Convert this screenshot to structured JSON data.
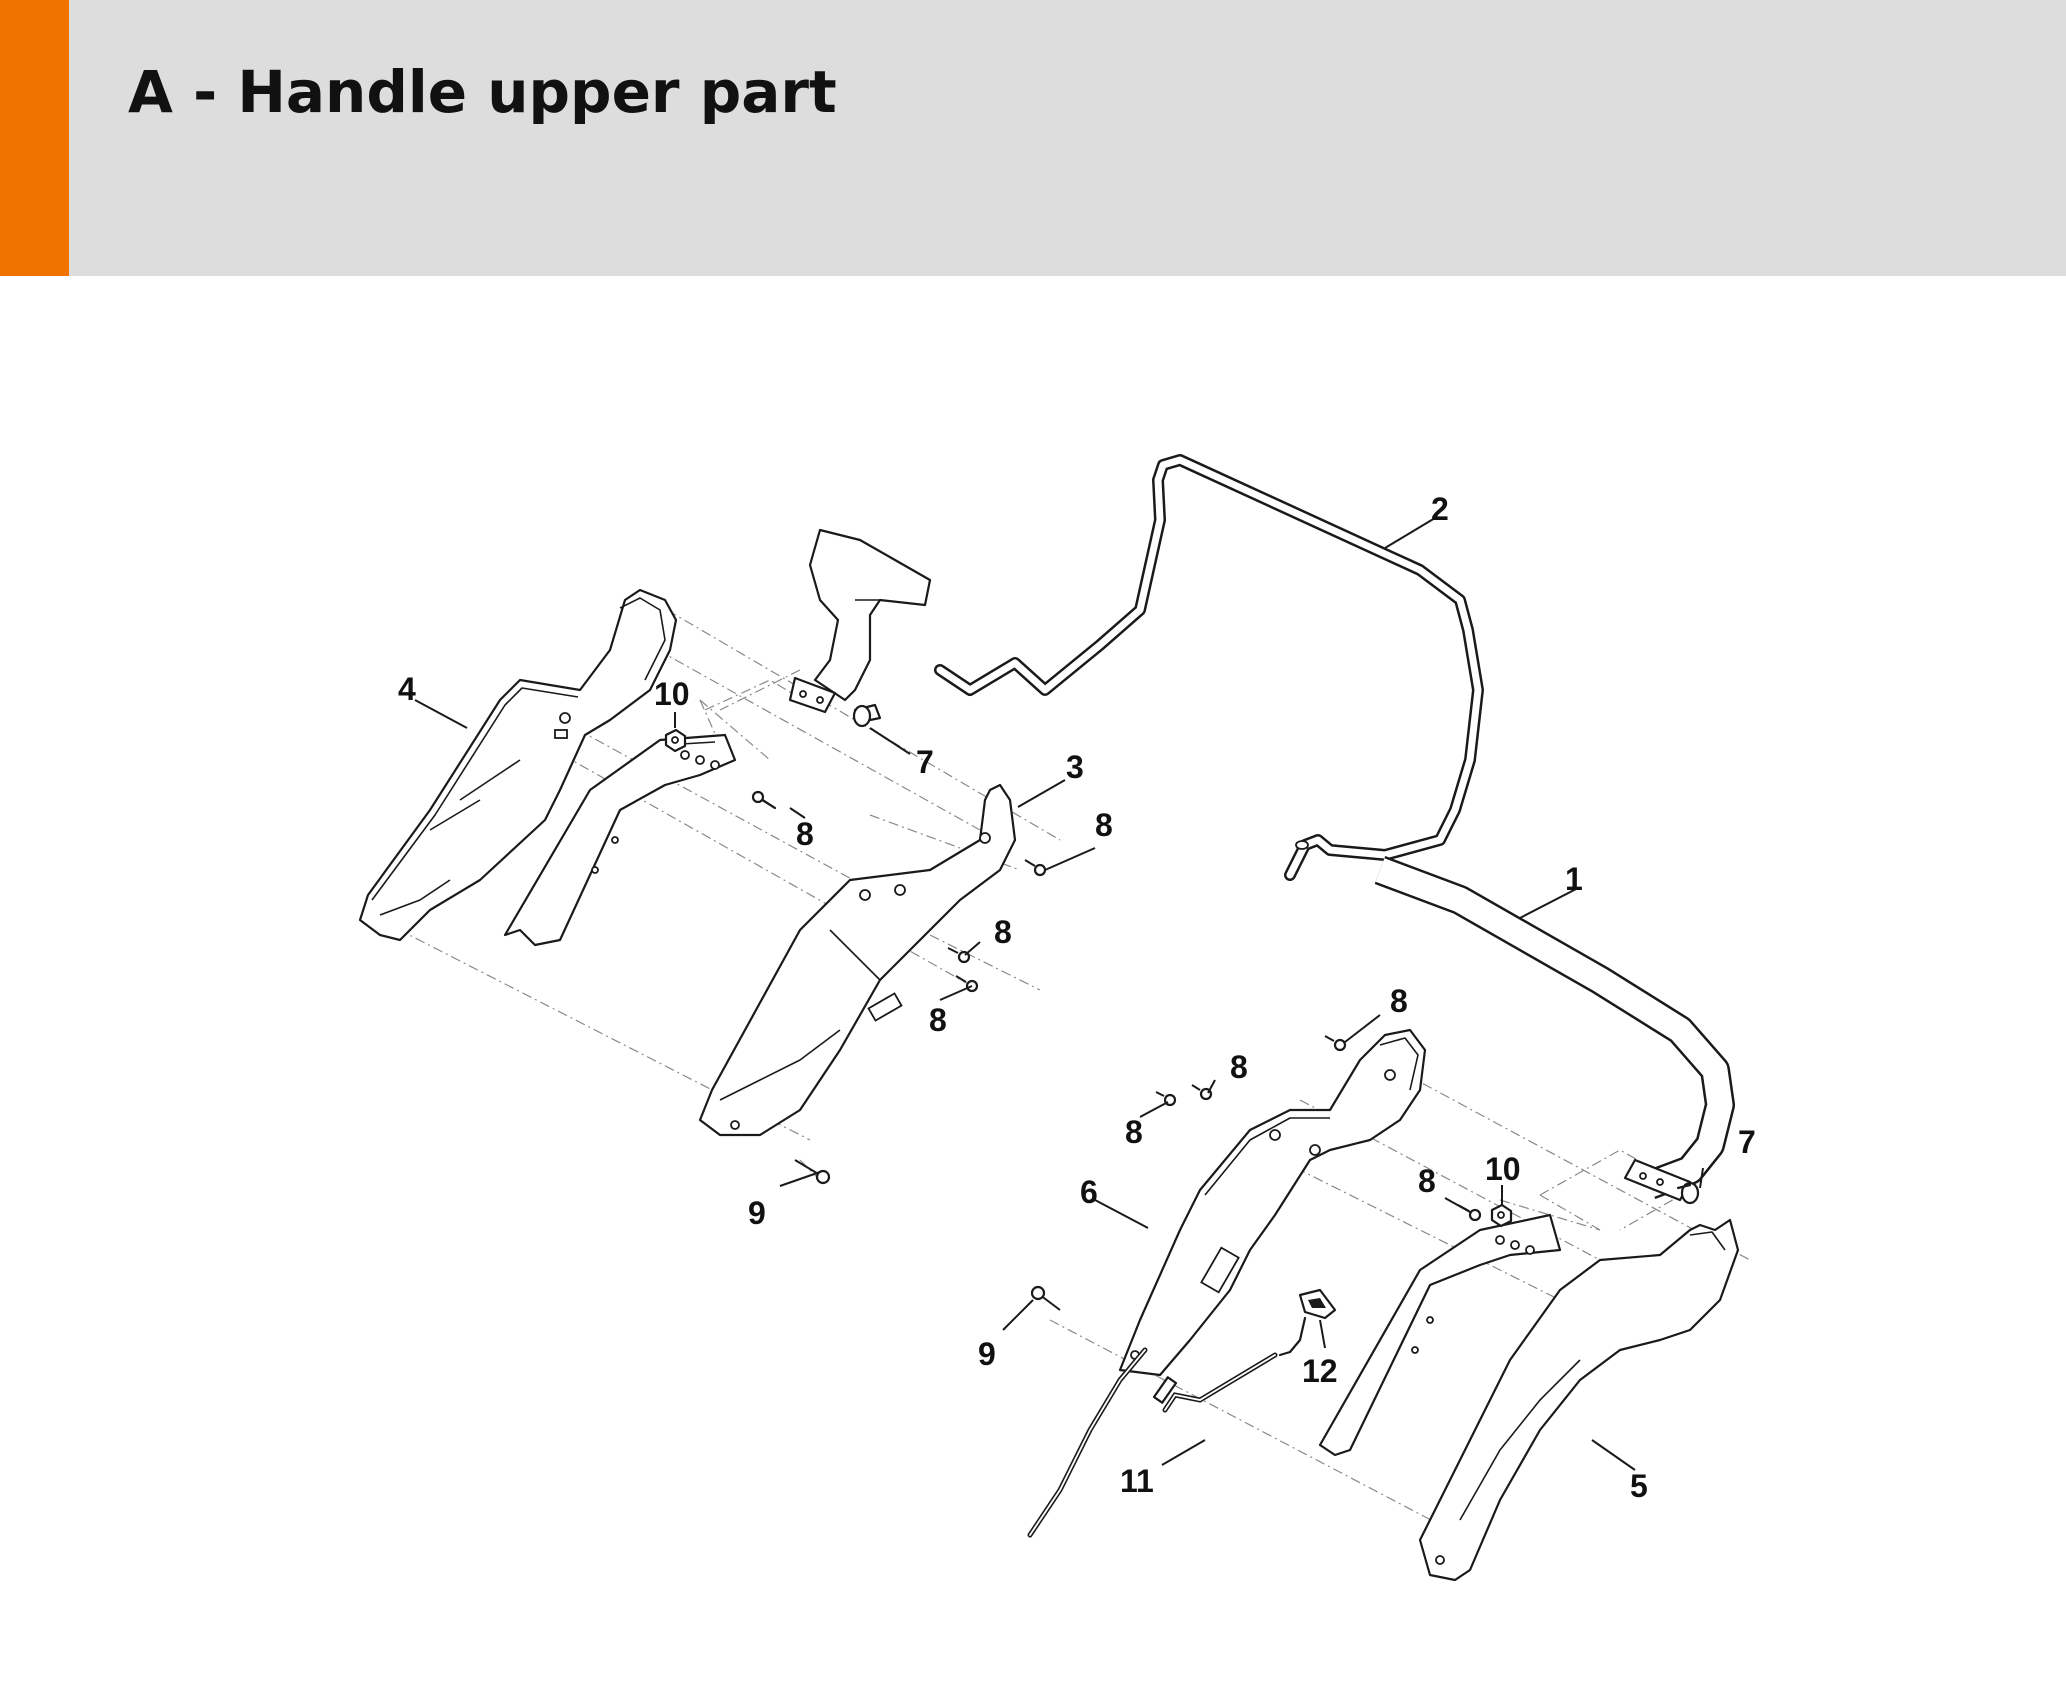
{
  "title": "A - Handle upper part",
  "colors": {
    "accent": "#f07300",
    "header_band": "#dcdddc"
  },
  "callouts": {
    "c1": "1",
    "c2": "2",
    "c3": "3",
    "c4": "4",
    "c5": "5",
    "c6": "6",
    "c7a": "7",
    "c7b": "7",
    "c8a": "8",
    "c8b": "8",
    "c8c": "8",
    "c8d": "8",
    "c8e": "8",
    "c8f": "8",
    "c8g": "8",
    "c8h": "8",
    "c9a": "9",
    "c9b": "9",
    "c10a": "10",
    "c10b": "10",
    "c11": "11",
    "c12": "12"
  }
}
